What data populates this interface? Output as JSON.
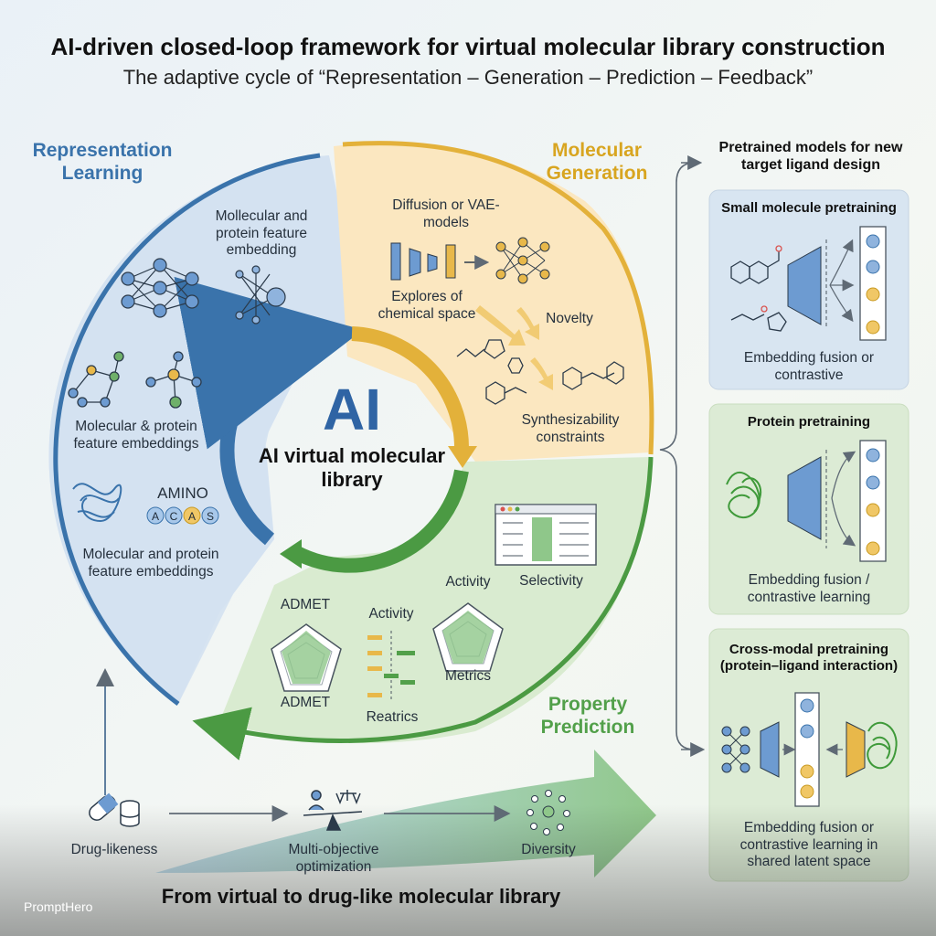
{
  "title": "AI-driven  closed-loop framework for virtual molecular library construction",
  "subtitle": "The adaptive cycle of “Representation – Generation – Prediction – Feedback”",
  "center": {
    "big": "AI",
    "caption": "AI virtual molecular library"
  },
  "representation": {
    "heading": "Representation Learning",
    "label_top": "Mollecular and protein feature embedding",
    "label_mid": "Molecular & protein feature embeddings",
    "amino_label": "AMINO",
    "amino_letters": [
      "A",
      "C",
      "A",
      "S"
    ],
    "label_bottom": "Molecular and protein feature embeddings"
  },
  "generation": {
    "heading": "Molecular Generation",
    "models": "Diffusion or VAE-models",
    "explores": "Explores of chemical space",
    "novelty": "Novelty",
    "synth": "Synthesizability constraints"
  },
  "prediction": {
    "heading": "Property Prediction",
    "admet_top": "ADMET",
    "admet_bottom": "ADMET",
    "activity_mid": "Activity",
    "reatrics": "Reatrics",
    "activity_right": "Activity",
    "metrics": "Metrics",
    "selectivity": "Selectivity"
  },
  "pretrained": {
    "heading": "Pretrained models for new target ligand design",
    "small": {
      "title": "Small molecule pretraining",
      "caption": "Embedding fusion or contrastive"
    },
    "protein": {
      "title": "Protein pretraining",
      "caption": "Embedding fusion / contrastive learning"
    },
    "cross": {
      "title": "Cross-modal pretraining (protein–ligand interaction)",
      "caption": "Embedding fusion or contrastive learning in shared latent space"
    }
  },
  "bottom": {
    "drug": "Drug-likeness",
    "multi": "Multi-objective optimization",
    "diversity": "Diversity",
    "caption": "From virtual to drug-like molecular library"
  },
  "watermark": "PromptHero",
  "colors": {
    "blue": "#3a73ab",
    "gold": "#e3b13a",
    "green": "#52a04a",
    "teal_dot": "#5f93cf",
    "orange_dot": "#e8b84a"
  }
}
